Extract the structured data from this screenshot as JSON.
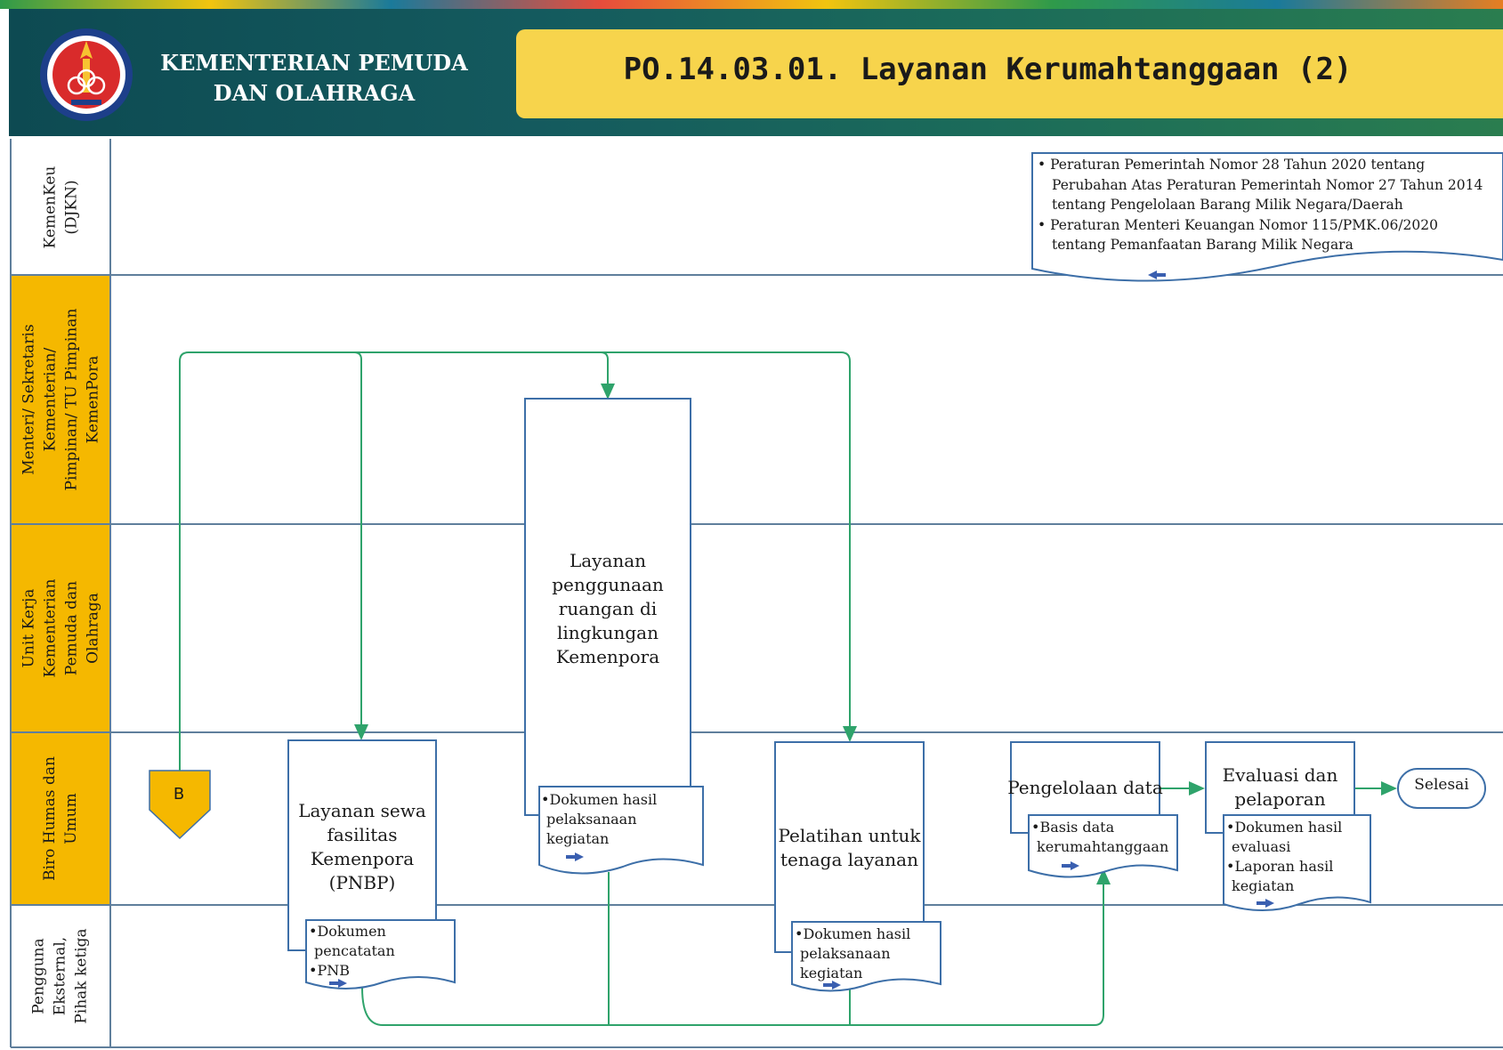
{
  "header": {
    "org_line1": "KEMENTERIAN PEMUDA",
    "org_line2": "DAN OLAHRAGA",
    "title": "PO.14.03.01.  Layanan Kerumahtanggaan (2)"
  },
  "lanes": [
    {
      "id": "kemenkeu",
      "lines": [
        "KemenKeu",
        "(DJKN)"
      ]
    },
    {
      "id": "menteri",
      "lines": [
        "Menteri/ Sekretaris",
        "Kementerian/",
        "Pimpinan/ TU Pimpinan",
        "KemenPora"
      ]
    },
    {
      "id": "unit-kerja",
      "lines": [
        "Unit Kerja",
        "Kementerian",
        "Pemuda dan",
        "Olahraga"
      ]
    },
    {
      "id": "biro",
      "lines": [
        "Biro Humas dan",
        "Umum"
      ]
    },
    {
      "id": "pengguna",
      "lines": [
        "Pengguna",
        "Eksternal,",
        "Pihak ketiga"
      ]
    }
  ],
  "references": [
    "Peraturan Pemerintah Nomor 28 Tahun 2020 tentang",
    "Perubahan Atas Peraturan Pemerintah Nomor 27 Tahun 2014",
    "tentang Pengelolaan Barang Milik Negara/Daerah",
    "Peraturan Menteri Keuangan Nomor 115/PMK.06/2020",
    "tentang Pemanfaatan Barang Milik Negara"
  ],
  "connector_b": "B",
  "processes": {
    "sewa": [
      "Layanan sewa",
      "fasilitas",
      "Kemenpora",
      "(PNBP)"
    ],
    "ruangan": [
      "Layanan",
      "penggunaan",
      "ruangan di",
      "lingkungan",
      "Kemenpora"
    ],
    "pelatihan": [
      "Pelatihan untuk",
      "tenaga layanan"
    ],
    "pengelolaan": [
      "Pengelolaan data"
    ],
    "evaluasi": [
      "Evaluasi dan",
      "pelaporan"
    ]
  },
  "documents": {
    "sewa": [
      "•Dokumen",
      "pencatatan",
      "•PNB"
    ],
    "ruangan": [
      "•Dokumen hasil",
      "pelaksanaan",
      "kegiatan"
    ],
    "pelatihan": [
      "•Dokumen hasil",
      "pelaksanaan",
      "kegiatan"
    ],
    "pengelolaan": [
      "•Basis data",
      "kerumahtanggaan"
    ],
    "evaluasi": [
      "•Dokumen hasil",
      "evaluasi",
      "•Laporan hasil",
      "kegiatan"
    ]
  },
  "end_label": "Selesai",
  "colors": {
    "header_dark": "#0d4a52",
    "title_yellow": "#f7d44c",
    "lane_yellow": "#f5b800",
    "box_border": "#3d6fa8",
    "flow_green": "#2fa36b",
    "doc_arrow": "#3a5fb0"
  }
}
